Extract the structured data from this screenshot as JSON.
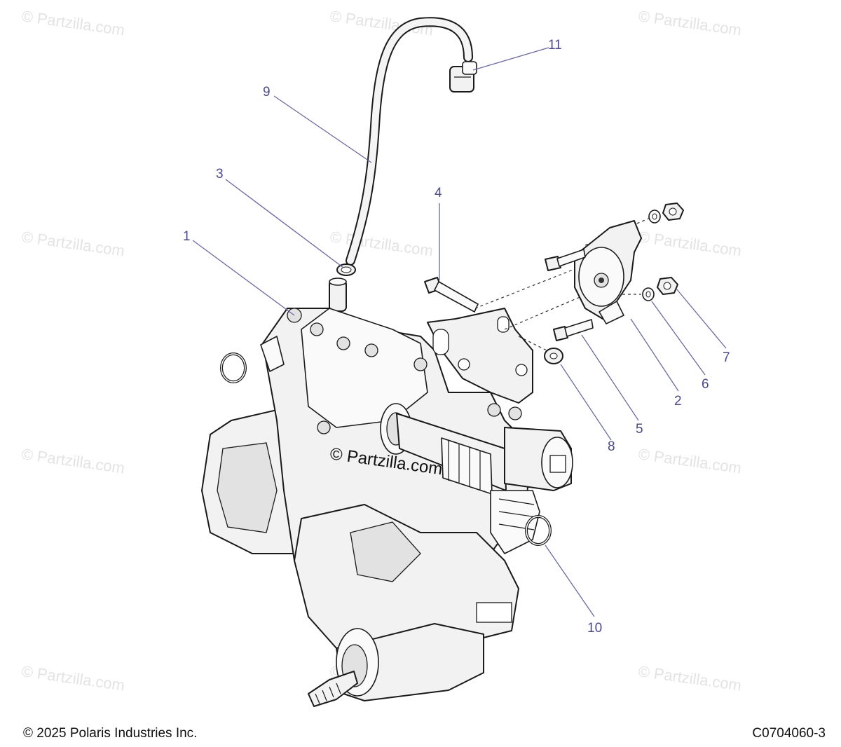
{
  "diagram": {
    "callouts": [
      "1",
      "2",
      "3",
      "4",
      "5",
      "6",
      "7",
      "8",
      "9",
      "10",
      "11"
    ],
    "watermark": "© Partzilla.com",
    "center_watermark": "© Partzilla.com"
  },
  "footer": {
    "copyright": "© 2025 Polaris Industries Inc.",
    "figure_id": "C0704060-3"
  }
}
